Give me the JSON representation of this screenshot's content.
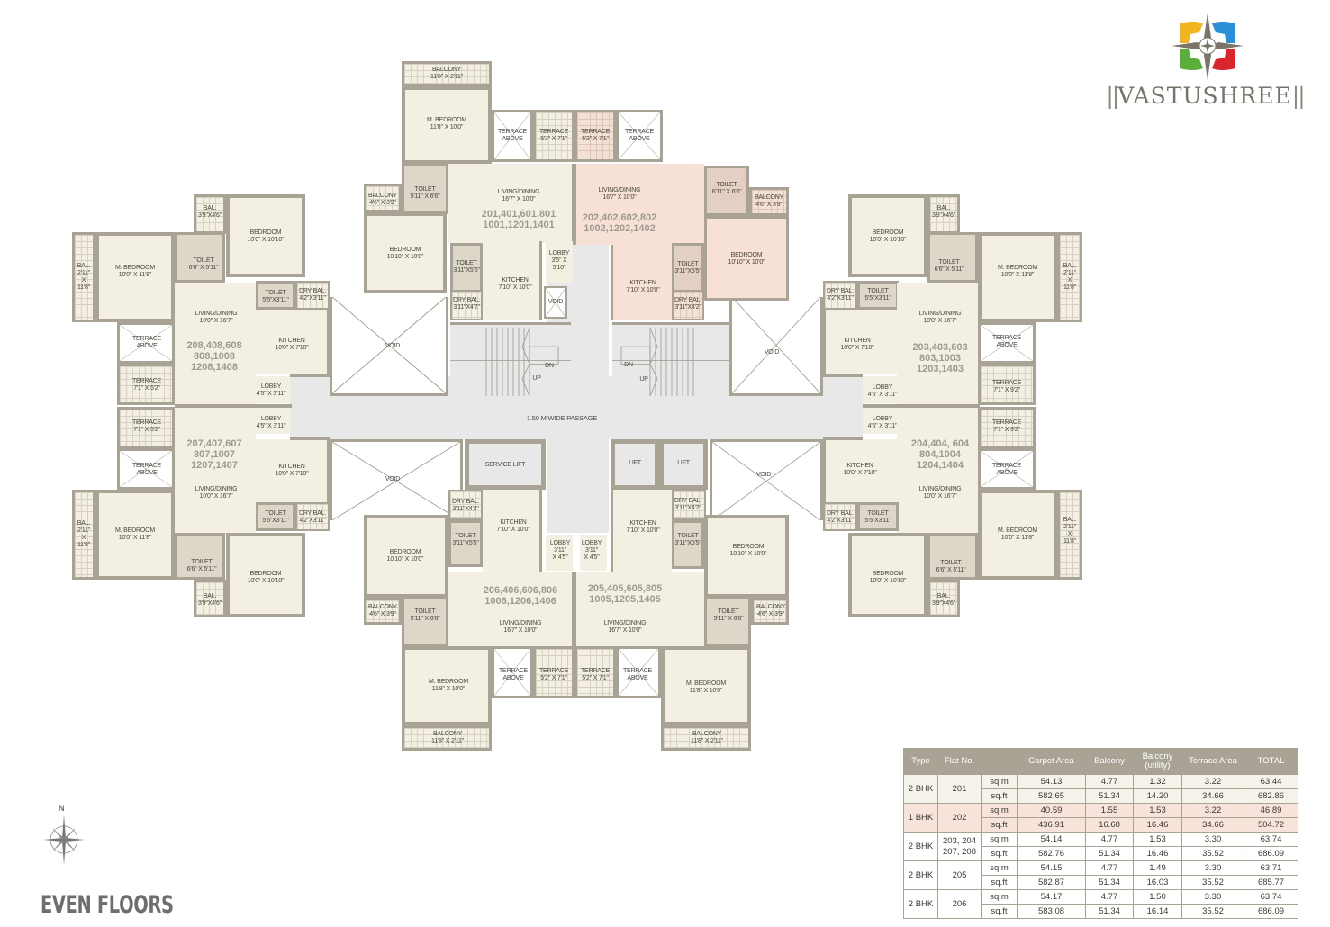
{
  "brand": {
    "name": "VASTUSHREE",
    "logo_colors": [
      "#f2b51d",
      "#2a8fd6",
      "#5aae3a",
      "#d8262c"
    ]
  },
  "floor_label": "EVEN FLOORS",
  "compass": {
    "north_label": "N"
  },
  "plan": {
    "passage_label": "1.50 M WIDE PASSAGE",
    "service_lift": "SERVICE LIFT",
    "lift": "LIFT",
    "void": "VOID",
    "stair_dn": "DN",
    "stair_up": "UP",
    "terrace_above": "TERRACE\nABOVE",
    "flats": {
      "f201": {
        "numbers": "201,401,601,801\n1001,1201,1401",
        "balcony_top": "BALCONY\n11'8\" X 2'11\"",
        "m_bedroom": "M. BEDROOM\n11'8\" X 10'0\"",
        "terrace": "TERRACE\n5'2\" X 7'1\"",
        "balcony_side": "BALCONY\n4'6\" X 3'9\"",
        "toilet1": "TOILET\n5'11\" X 6'6\"",
        "living": "LIVING/DINING\n16'7\" X 10'0\"",
        "bedroom": "BEDROOM\n10'10\" X 10'0\"",
        "toilet2": "TOILET\n3'11\"X5'5\"",
        "kitchen": "KITCHEN\n7'10\" X 10'0\"",
        "dry_bal": "DRY BAL.\n3'11\"X4'2\"",
        "lobby": "LOBBY\n3'5\" X\n5'10\""
      },
      "f202": {
        "numbers": "202,402,602,802\n1002,1202,1402",
        "terrace": "TERRACE\n5'2\" X 7'1\"",
        "living": "LIVING/DINING\n16'7\" X 10'0\"",
        "toilet1": "TOILET\n6'11\" X 6'6\"",
        "balcony": "BALCONY\n4'6\" X 3'9\"",
        "bedroom": "BEDROOM\n10'10\" X 10'0\"",
        "toilet2": "TOILET\n3'11\"X5'5\"",
        "kitchen": "KITCHEN\n7'10\" X 10'0\"",
        "dry_bal": "DRY BAL.\n3'11\"X4'2\""
      },
      "f208": {
        "numbers": "208,408,608\n808,1008\n1208,1408",
        "bal_top": "BAL.\n3'9\"X4'6\"",
        "bedroom": "BEDROOM\n10'0\" X 10'10\"",
        "bal_side": "BAL.\n2'11\"\nX\n11'8\"",
        "m_bedroom": "M. BEDROOM\n10'0\" X 11'8\"",
        "toilet1": "TOILET\n6'6\" X 5'11\"",
        "toilet2": "TOILET\n5'5\"X3'11\"",
        "dry_bal": "DRY BAL.\n4'2\"X3'11\"",
        "living": "LIVING/DINING\n10'0\" X 16'7\"",
        "kitchen": "KITCHEN\n10'0\" X 7'10\"",
        "terrace": "TERRACE\n7'1\" X 5'2\"",
        "lobby": "LOBBY\n4'5\" X 3'11\""
      },
      "f207": {
        "numbers": "207,407,607\n807,1007\n1207,1407",
        "lobby": "LOBBY\n4'5\" X 3'11\"",
        "terrace": "TERRACE\n7'1\" X 5'2\"",
        "kitchen": "KITCHEN\n10'0\" X 7'10\"",
        "living": "LIVING/DINING\n10'0\" X 16'7\"",
        "toilet2": "TOILET\n5'5\"X3'11\"",
        "dry_bal": "DRY BAL.\n4'2\"X3'11\"",
        "bal_side": "BAL.\n2'11\"\nX\n11'8\"",
        "m_bedroom": "M. BEDROOM\n10'0\" X 11'8\"",
        "toilet1": "TOILET\n6'6\" X 5'11\"",
        "bedroom": "BEDROOM\n10'0\" X 10'10\"",
        "bal_bottom": "BAL.\n3'9\"X4'6\""
      },
      "f203": {
        "numbers": "203,403,603\n803,1003\n1203,1403",
        "bedroom": "BEDROOM\n10'0\" X 10'10\"",
        "bal_top": "BAL.\n3'9\"X4'6\"",
        "toilet1": "TOILET\n6'6\" X 5'11\"",
        "m_bedroom": "M. BEDROOM\n10'0\" X 11'8\"",
        "bal_side": "BAL.\n2'11\"\nX\n11'8\"",
        "dry_bal": "DRY BAL.\n4'2\"X3'11\"",
        "toilet2": "TOILET\n5'5\"X3'11\"",
        "living": "LIVING/DINING\n10'0\" X 16'7\"",
        "kitchen": "KITCHEN\n10'0\" X 7'10\"",
        "terrace": "TERRACE\n7'1\" X 9'2\"",
        "lobby": "LOBBY\n4'5\" X 3'11\""
      },
      "f204": {
        "numbers": "204,404, 604\n804,1004\n1204,1404",
        "lobby": "LOBBY\n4'5\" X 3'11\"",
        "terrace": "TERRACE\n7'1\" X 9'2\"",
        "kitchen": "KITCHEN\n10'0\" X 7'10\"",
        "living": "LIVING/DINING\n10'0\" X 16'7\"",
        "dry_bal": "DRY BAL.\n4'2\"X3'11\"",
        "toilet2": "TOILET\n5'5\"X3'11\"",
        "m_bedroom": "M. BEDROOM\n10'0\" X 11'8\"",
        "bal_side": "BAL.\n2'11\"\nX\n11'8\"",
        "toilet1": "TOILET\n6'6\" X 5'11\"",
        "bedroom": "BEDROOM\n10'0\" X 10'10\"",
        "bal_bottom": "BAL.\n3'9\"X4'6\""
      },
      "f206": {
        "numbers": "206,406,606,806\n1006,1206,1406",
        "dry_bal": "DRY BAL.\n3'11\"X4'2\"",
        "kitchen": "KITCHEN\n7'10\" X 10'0\"",
        "toilet2": "TOILET\n3'11\"X5'5\"",
        "bedroom": "BEDROOM\n10'10\" X 10'0\"",
        "lobby": "LOBBY\n3'11\"\nX 4'5\"",
        "balcony_side": "BALCONY\n4'6\" X 3'9\"",
        "toilet1": "TOILET\n5'11\" X 6'6\"",
        "living": "LIVING/DINING\n16'7\" X 10'0\"",
        "m_bedroom": "M. BEDROOM\n11'8\" X 10'0\"",
        "terrace": "TERRACE\n5'2\" X 7'1\"",
        "balcony_bottom": "BALCONY\n11'8\" X 2'11\""
      },
      "f205": {
        "numbers": "205,405,605,805\n1005,1205,1405",
        "lobby": "LOBBY\n3'11\"\nX 4'5\"",
        "kitchen": "KITCHEN\n7'10\" X 10'0\"",
        "dry_bal": "DRY BAL.\n3'11\"X4'2\"",
        "toilet2": "TOILET\n3'11\"X5'5\"",
        "bedroom": "BEDROOM\n10'10\" X 10'0\"",
        "toilet1": "TOILET\n5'11\" X 6'6\"",
        "balcony_side": "BALCONY\n4'6\" X 3'9\"",
        "living": "LIVING/DINING\n16'7\" X 10'0\"",
        "m_bedroom": "M. BEDROOM\n11'8\" X 10'0\"",
        "terrace": "TERRACE\n5'2\" X 7'1\"",
        "balcony_bottom": "BALCONY\n11'8\" X 2'11\""
      }
    }
  },
  "area_table": {
    "headers": [
      "Type",
      "Flat No.",
      "",
      "Carpet Area",
      "Balcony",
      "Balcony\n(utility)",
      "Terrace Area",
      "TOTAL"
    ],
    "rows": [
      {
        "type": "2 BHK",
        "flat": "201",
        "sqm": [
          "54.13",
          "4.77",
          "1.32",
          "3.22",
          "63.44"
        ],
        "sqft": [
          "582.65",
          "51.34",
          "14.20",
          "34.66",
          "682.86"
        ]
      },
      {
        "type": "1 BHK",
        "flat": "202",
        "sqm": [
          "40.59",
          "1.55",
          "1.53",
          "3.22",
          "46.89"
        ],
        "sqft": [
          "436.91",
          "16.68",
          "16.46",
          "34.66",
          "504.72"
        ]
      },
      {
        "type": "2 BHK",
        "flat": "203, 204\n207, 208",
        "sqm": [
          "54.14",
          "4.77",
          "1.53",
          "3.30",
          "63.74"
        ],
        "sqft": [
          "582.76",
          "51.34",
          "16.46",
          "35.52",
          "686.09"
        ]
      },
      {
        "type": "2 BHK",
        "flat": "205",
        "sqm": [
          "54.15",
          "4.77",
          "1.49",
          "3.30",
          "63.71"
        ],
        "sqft": [
          "582.87",
          "51.34",
          "16.03",
          "35.52",
          "685.77"
        ]
      },
      {
        "type": "2 BHK",
        "flat": "206",
        "sqm": [
          "54.17",
          "4.77",
          "1.50",
          "3.30",
          "63.74"
        ],
        "sqft": [
          "583.08",
          "51.34",
          "16.14",
          "35.52",
          "686.09"
        ]
      }
    ],
    "unit_sqm": "sq.m",
    "unit_sqft": "sq.ft"
  }
}
